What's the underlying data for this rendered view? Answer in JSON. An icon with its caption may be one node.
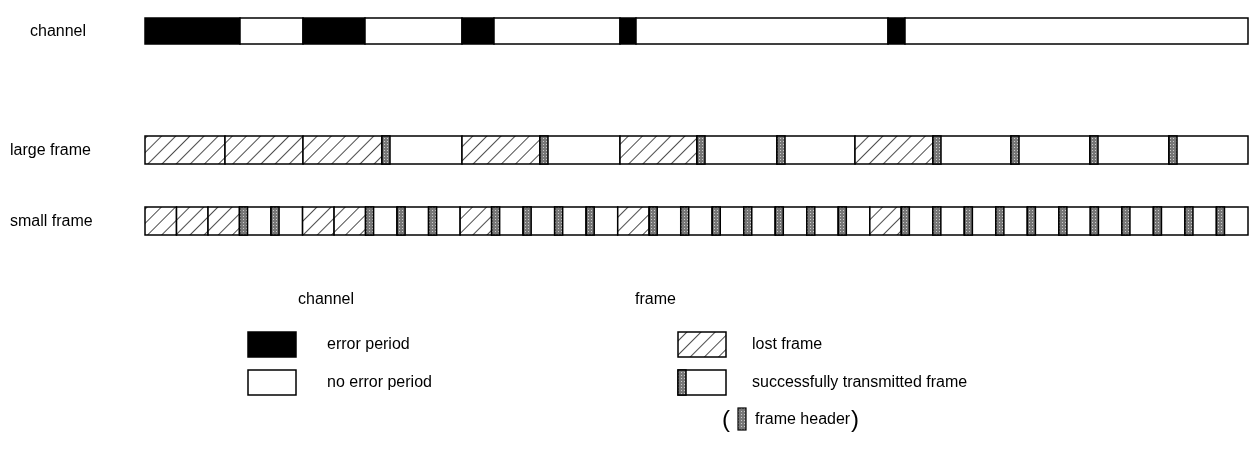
{
  "diagram": {
    "labels": [
      "channel",
      "large frame",
      "small frame",
      "channel",
      "frame",
      "(",
      ")"
    ],
    "legend": [
      {
        "text": "error period",
        "color": "#000000"
      },
      {
        "text": "no error period",
        "color": "#ffffff"
      },
      {
        "text": "lost frame"
      },
      {
        "text": "successfully transmitted frame"
      },
      {
        "text": "frame header"
      }
    ]
  }
}
